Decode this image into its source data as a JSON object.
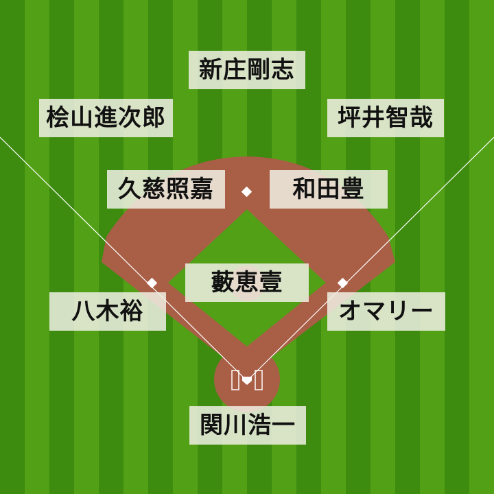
{
  "colors": {
    "grass_dark": "#3d8b0f",
    "grass_light": "#52a016",
    "dirt": "#a95e46",
    "line": "#ffffff",
    "label_bg": "#f0f0e4"
  },
  "positions": {
    "cf": "新庄剛志",
    "lf": "桧山進次郎",
    "rf": "坪井智哉",
    "ss": "久慈照嘉",
    "second_base": "和田豊",
    "pitcher": "藪恵壹",
    "third_base": "八木裕",
    "first_base": "オマリー",
    "catcher": "関川浩一"
  }
}
